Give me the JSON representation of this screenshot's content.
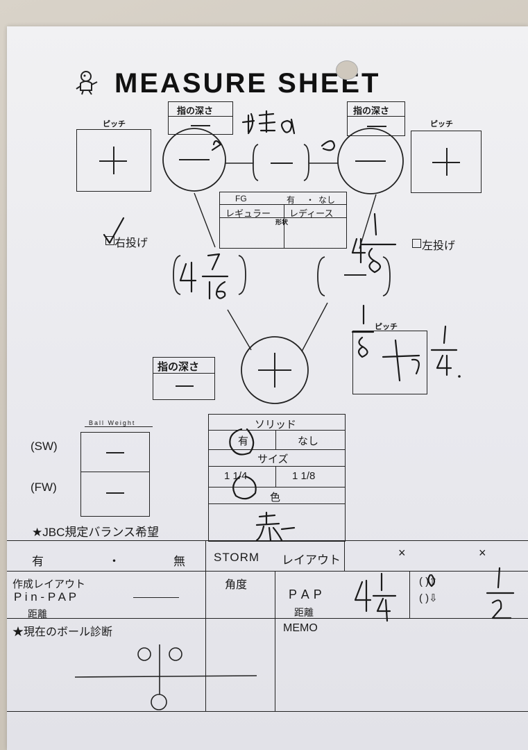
{
  "sheet": {
    "title": "MEASURE SHEET",
    "finger_depth": "指の深さ",
    "pitch": "ピッチ",
    "fg_row": [
      "FG",
      "有",
      "・",
      "なし"
    ],
    "regular": "レギュラー",
    "ladies": "レディース",
    "shape": "形状",
    "right_throw": "右投げ",
    "left_throw": "左投げ",
    "ball_weight": "Ball Weight",
    "sw": "(SW)",
    "fw": "(FW)",
    "jbc_balance": "★JBC規定バランス希望",
    "solid": "ソリッド",
    "solid_yes": "有",
    "solid_no": "なし",
    "size": "サイズ",
    "size_a": "1 1/4",
    "size_b": "1 1/8",
    "color": "色",
    "yes": "有",
    "dot": "・",
    "none": "無",
    "storm": "STORM",
    "layout": "レイアウト",
    "x": "×",
    "created_layout": "作成レイアウト",
    "pin_pap": "P i n - P A P",
    "distance": "距離",
    "angle": "角度",
    "pap": "P A P",
    "current_ball_diag": "★現在のボール診断",
    "memo": "MEMO",
    "dash_mark": "—",
    "plus_mark": "+"
  },
  "handwriting": {
    "thumb_note": "指a",
    "left_size": "4 7/16",
    "right_mark_frac": "1/8",
    "pitch_frac": "1/8",
    "pitch_right": "1/4",
    "color_text": "赤",
    "pap_value": "4 1/4",
    "x_value": "1/2"
  }
}
